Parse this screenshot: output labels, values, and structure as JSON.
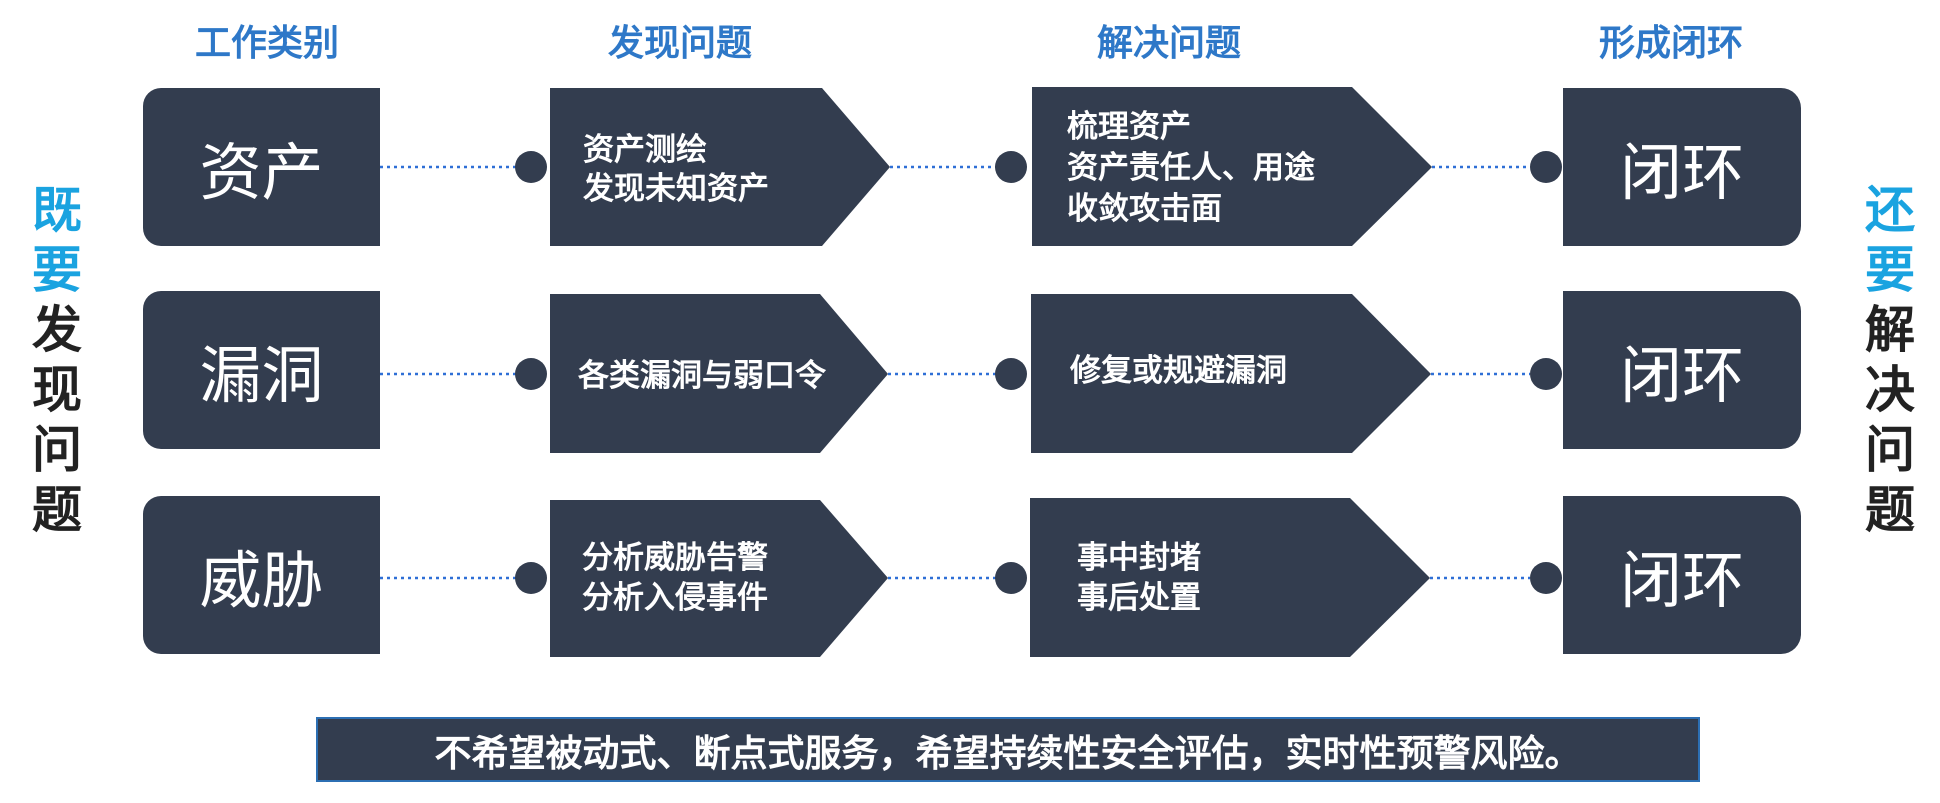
{
  "headers": [
    "工作类别",
    "发现问题",
    "解决问题",
    "形成闭环"
  ],
  "left_side": {
    "highlight": [
      "既",
      "要"
    ],
    "dark": [
      "发",
      "现",
      "问",
      "题"
    ]
  },
  "right_side": {
    "highlight": [
      "还",
      "要"
    ],
    "dark": [
      "解",
      "决",
      "问",
      "题"
    ]
  },
  "rows": [
    {
      "category": "资产",
      "discover": [
        "资产测绘",
        "发现未知资产"
      ],
      "solve": [
        "梳理资产",
        "资产责任人、用途",
        "收敛攻击面"
      ],
      "close": "闭环"
    },
    {
      "category": "漏洞",
      "discover": [
        "各类漏洞与弱口令"
      ],
      "solve": [
        "修复或规避漏洞"
      ],
      "close": "闭环"
    },
    {
      "category": "威胁",
      "discover": [
        "分析威胁告警",
        "分析入侵事件"
      ],
      "solve": [
        "事中封堵",
        "事后处置"
      ],
      "close": "闭环"
    }
  ],
  "banner": "不希望被动式、断点式服务，希望持续性安全评估，实时性预警风险。",
  "colors": {
    "box": "#333d4f",
    "header": "#2e78c8",
    "highlight": "#1aa3e0",
    "dots": "#2e6fd6"
  }
}
